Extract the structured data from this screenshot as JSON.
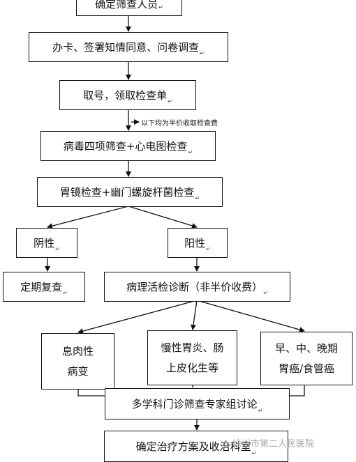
{
  "nodes": {
    "confirm_people": "确定筛查人员",
    "card_consent": "办卡、签署知情同意、问卷调查",
    "get_number": "取号，领取检查单",
    "virus_ecg": "病毒四项筛查+心电图检查",
    "gastroscopy_hp": "胃镜检查+幽门螺旋杆菌检查",
    "negative": "阴性",
    "positive": "阳性",
    "regular_review": "定期复查",
    "pathology": "病理活检诊断（非半价收费）",
    "polyp_line1": "息肉性",
    "polyp_line2": "病变",
    "gastritis_line1": "慢性胃炎、肠",
    "gastritis_line2": "上皮化生等",
    "cancer_line1": "早、中、晚期",
    "cancer_line2": "胃癌/食管癌",
    "mdt": "多学科门诊筛查专家组讨论",
    "treatment": "确定治疗方案及收治科室"
  },
  "note_half_price": "以下均为半价收取检查费",
  "return_mark": "↵",
  "watermark": "徐州市第二人民医院",
  "colors": {
    "line": "#111111",
    "border": "#111111",
    "watermark": "#8a8a8a"
  }
}
